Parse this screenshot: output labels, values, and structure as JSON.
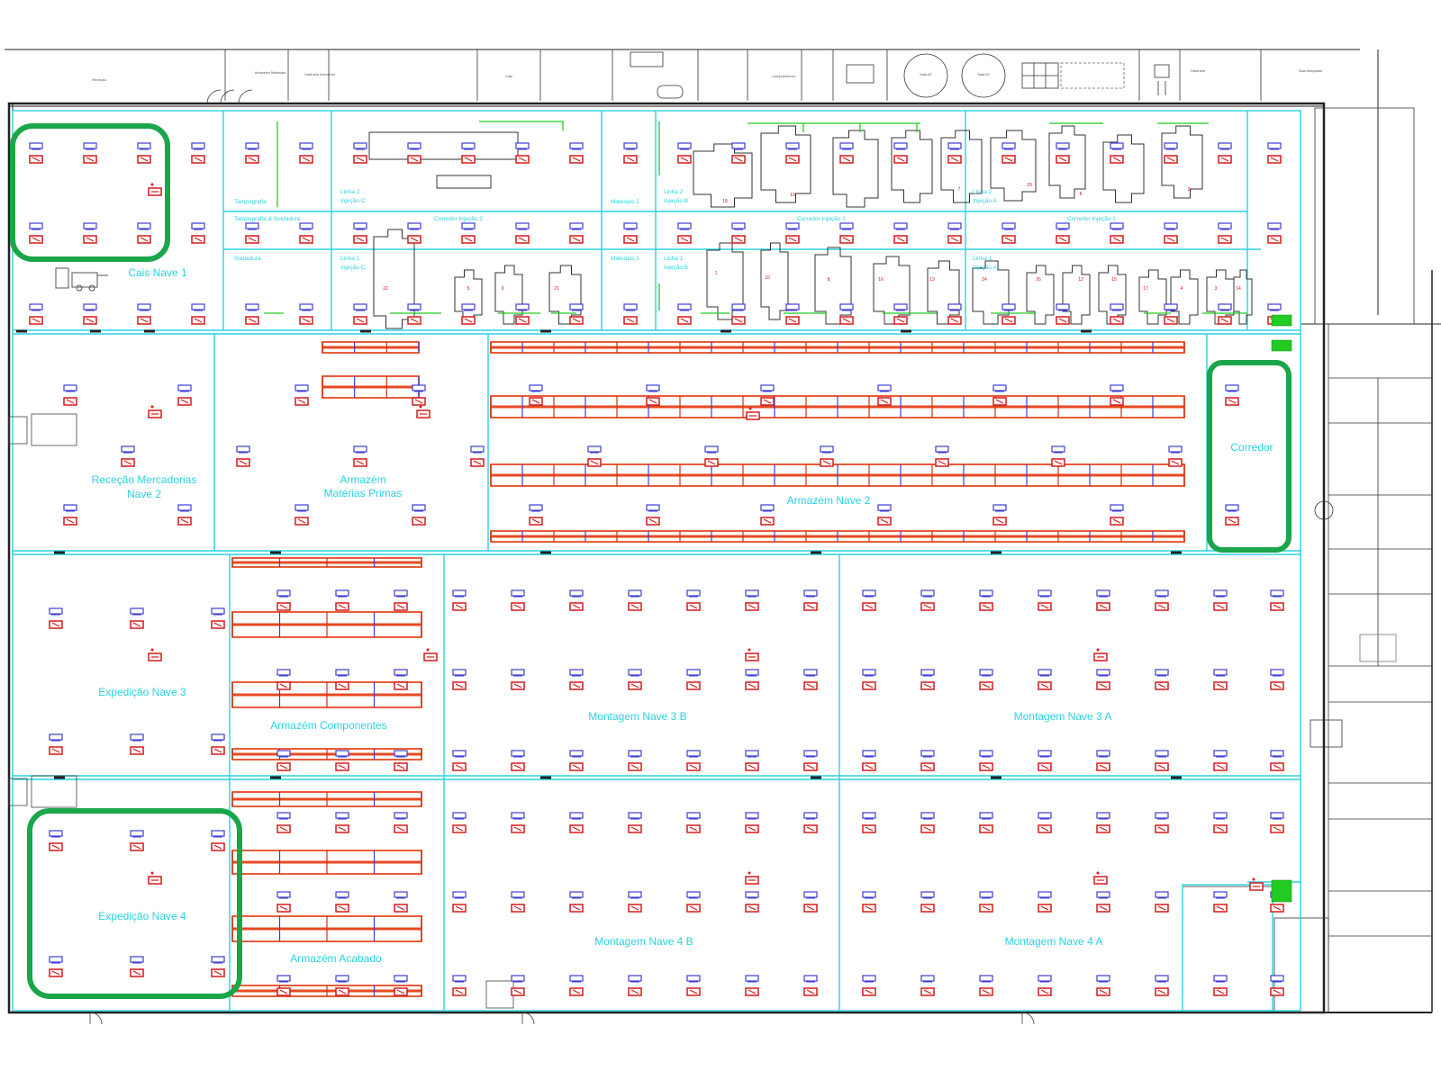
{
  "zones": {
    "cais_nave_1": "Cais Nave 1",
    "rececao": [
      "Receção Mercadorias",
      "Nave 2"
    ],
    "armazem_mp": [
      "Armazém",
      "Matérias Primas"
    ],
    "armazem_nave_2": "Armazém Nave 2",
    "corredor": "Corredor",
    "expedicao_nave_3": "Expedição Nave 3",
    "armazem_componentes": "Armazém Componentes",
    "montagem_3b": "Montagem Nave 3 B",
    "montagem_3a": "Montagem Nave 3 A",
    "expedicao_nave_4": "Expedição Nave 4",
    "armazem_acabado": "Armazém Acabado",
    "montagem_4b": "Montagem Nave 4 B",
    "montagem_4a": "Montagem Nave 4 A"
  },
  "top_labels": {
    "tampografia": "Tampografia",
    "linha2_c": [
      "Linha 2",
      "Injeção C"
    ],
    "materiais2": "Materiais 2",
    "linha2_b": [
      "Linha 2",
      "Injeção B"
    ],
    "linha2_a": [
      "Linha 2",
      "Injeção A"
    ],
    "tamp_sold": "Tampografia & Soldadura",
    "corr_c": "Corredor Injeção 2",
    "corr_b": "Corredor Injeção 1",
    "corr_a": "Corredor Injeção 1",
    "soldadura": "Soldadura",
    "linha1_c": [
      "Linha 1",
      "Injeção C"
    ],
    "materiais1": "Materiais 1",
    "linha1_b": [
      "Linha 1",
      "Injeção B"
    ],
    "linha1_a": [
      "Linha 1",
      "Injeção A"
    ]
  },
  "machine_numbers": {
    "upper_b": [
      "18",
      "19"
    ],
    "upper_a": [
      "7",
      "20",
      "8",
      "2"
    ],
    "lower_c": [
      "22",
      "5",
      "9",
      "21"
    ],
    "lower_b": [
      "1",
      "10",
      "8",
      "16",
      "13"
    ],
    "lower_a": [
      "24",
      "26",
      "12",
      "15",
      "17",
      "4",
      "3",
      "14"
    ]
  },
  "top_rooms": [
    "Receção",
    "Armazém Materiais",
    "Gabinete Armazém",
    "Cais",
    "Compressores",
    "Sala AT",
    "Sala AT",
    "Gabinete",
    "Sala Máquinas"
  ],
  "colors": {
    "zone_line": "#29d3e0",
    "wall": "#222222",
    "rack": "#e84a22",
    "extinguisher": "#d71a1a",
    "sign": "#3d3dd6",
    "flow": "#22cc22",
    "highlight": "#1aa64a"
  },
  "icons": [
    "fire-extinguisher-icon",
    "emergency-sign-icon",
    "alarm-button-icon",
    "forklift-icon"
  ]
}
